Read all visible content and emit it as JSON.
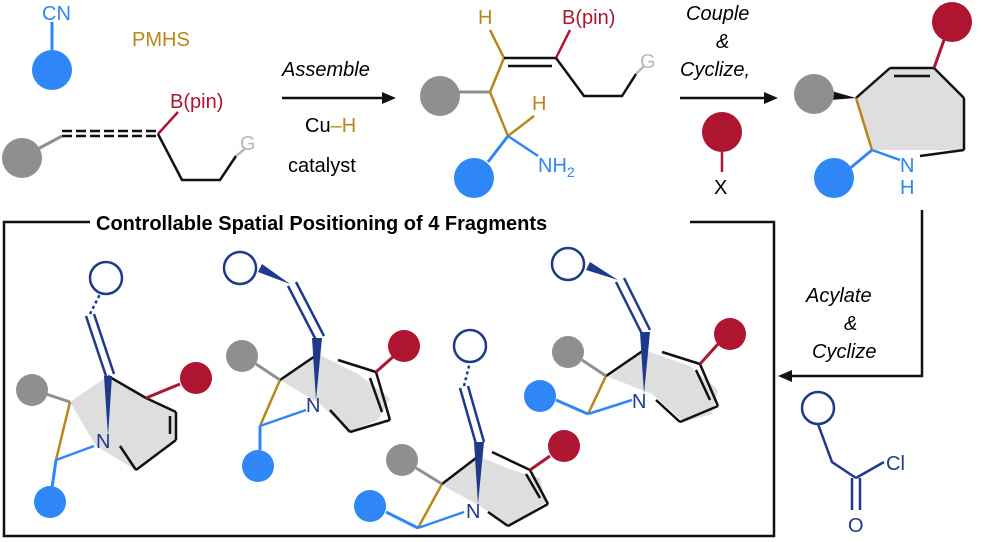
{
  "colors": {
    "blue": "#2f86f6",
    "gray": "#8f8f8f",
    "red": "#ad1530",
    "gold": "#b8861b",
    "navy": "#1f3a8a",
    "lightgray": "#b8b8b8",
    "fill": "#dedede",
    "black": "#111111"
  },
  "reagents": {
    "nitrile_label": "CN",
    "silane_label": "PMHS",
    "allene_bpin": "B(pin)",
    "allene_g": "G",
    "carbonyl_cl": "Cl",
    "carbonyl_o": "O"
  },
  "steps": {
    "assemble_label": "Assemble",
    "catalyst_line1": "Cu–H",
    "catalyst_line1_cu": "Cu",
    "catalyst_line1_dash": "–",
    "catalyst_line1_h": "H",
    "catalyst_line2": "catalyst",
    "couple_line1": "Couple",
    "couple_line2": "&",
    "couple_line3": "Cyclize,",
    "couple_x": "X",
    "acylate_line1": "Acylate",
    "acylate_line2": "&",
    "acylate_line3": "Cyclize"
  },
  "intermediate": {
    "h_top": "H",
    "bpin": "B(pin)",
    "g": "G",
    "h_mid": "H",
    "nh2_main": "NH",
    "nh2_sub": "2"
  },
  "azepine": {
    "n": "N",
    "h": "H"
  },
  "box": {
    "title": "Controllable Spatial Positioning of 4 Fragments",
    "n_label": "N"
  }
}
